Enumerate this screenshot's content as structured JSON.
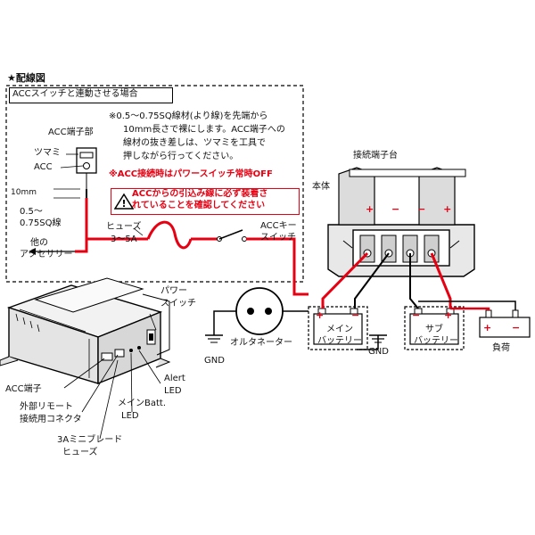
{
  "heading": "★配線図",
  "acc_section": {
    "title": "ACCスイッチと連動させる場合",
    "note_lines": [
      "※0.5～0.75SQ線材(より線)を先端から",
      "10mm長さで裸にします。ACC端子への",
      "線材の抜き差しは、ツマミを工具で",
      "押しながら行ってください。"
    ],
    "acc_power_note": "※ACC接続時はパワースイッチ常時OFF",
    "warning_lines": [
      "ACCからの引込み線に必ず装着さ",
      "れていることを確認してください"
    ],
    "acc_terminal_label": "ACC端子部",
    "knob_label": "ツマミ",
    "acc_label": "ACC",
    "strip_length": "10mm",
    "wire_spec_1": "0.5～",
    "wire_spec_2": "0.75SQ線",
    "fuse_label_1": "ヒューズ",
    "fuse_label_2": "3～5A",
    "acc_key_1": "ACCキー",
    "acc_key_2": "スイッチ",
    "other_acc_1": "他の",
    "other_acc_2": "アクセサリー"
  },
  "terminal": {
    "label": "接続端子台",
    "body_label": "本体",
    "polarity": "+ − − +"
  },
  "device": {
    "power_switch_1": "パワー",
    "power_switch_2": "スイッチ",
    "acc_terminal": "ACC端子",
    "remote_1": "外部リモート",
    "remote_2": "接続用コネクタ",
    "fuse_1": "3Aミニブレード",
    "fuse_2": "ヒューズ",
    "main_led_1": "メインBatt.",
    "main_led_2": "LED",
    "alert_led_1": "Alert",
    "alert_led_2": "LED"
  },
  "system": {
    "alternator": "オルタネーター",
    "gnd_left": "GND",
    "gnd_right": "GND",
    "main_battery_1": "メイン",
    "main_battery_2": "バッテリー",
    "sub_battery_1": "サブ",
    "sub_battery_2": "バッテリー",
    "load": "負荷",
    "plus": "+",
    "minus": "−"
  },
  "colors": {
    "wire_red": "#e60012",
    "wire_black": "#000000",
    "diagram_line": "#000000"
  }
}
